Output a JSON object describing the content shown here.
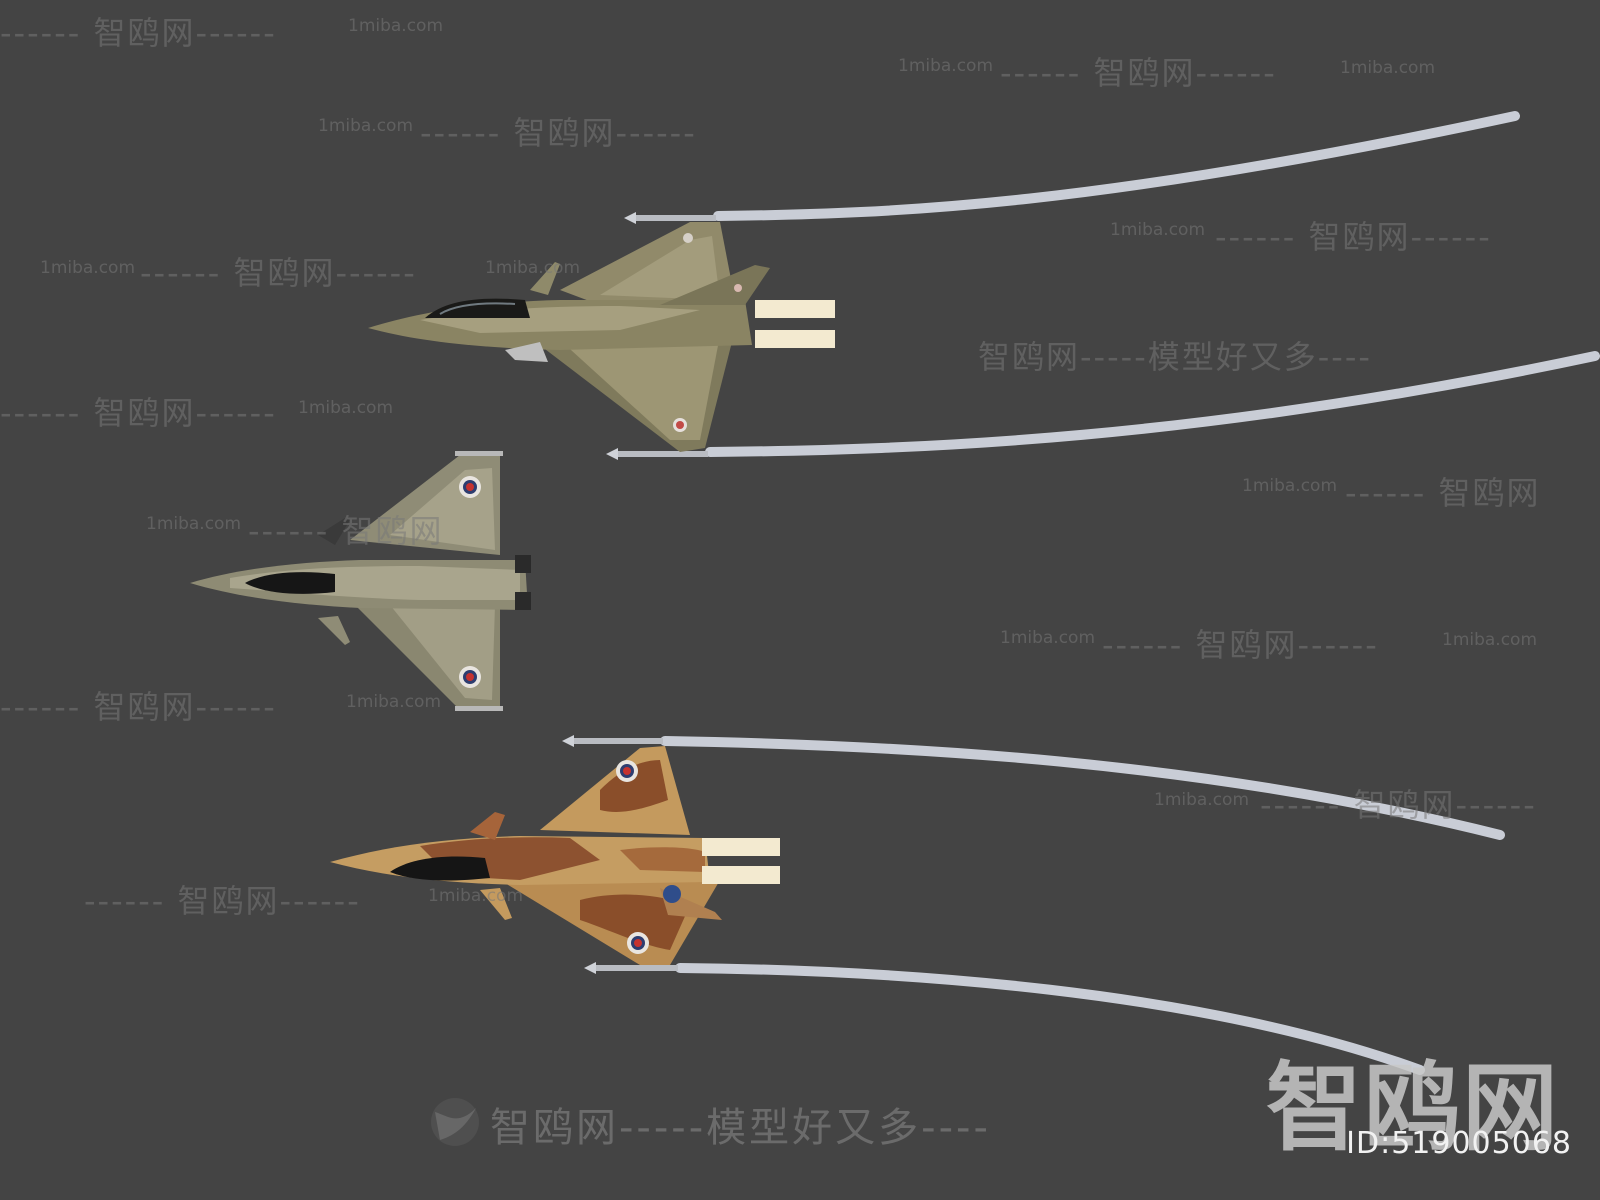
{
  "watermark": {
    "site_cn": "智鸥网",
    "site_url": "1miba.com",
    "slogan_line": "智鸥网-----模型好又多----",
    "dash": "------",
    "brand": "智鸥网",
    "id_label": "ID:519005068"
  },
  "colors": {
    "background": "#444444",
    "trail": "#c9cdd6",
    "camo_green": "#8c8466",
    "camo_grey": "#9a9782",
    "camo_desert": "#c49a5e",
    "camo_brown": "#8a4e2a",
    "exhaust": "#f3ead0"
  },
  "objects": [
    {
      "name": "jet-green-camo",
      "icon": "fighter-jet-icon"
    },
    {
      "name": "jet-grey-camo-top",
      "icon": "fighter-jet-icon"
    },
    {
      "name": "jet-desert-camo",
      "icon": "fighter-jet-icon"
    }
  ]
}
